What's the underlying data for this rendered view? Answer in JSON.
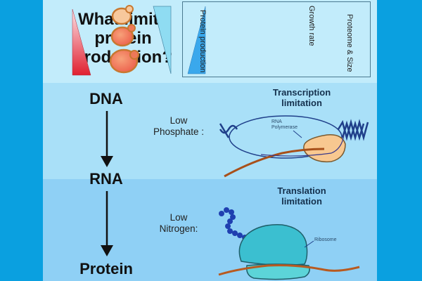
{
  "title": {
    "line1": "What limits",
    "line2": "protein",
    "line3": "production?"
  },
  "legend": {
    "protein_production": "Protein production",
    "growth_rate": "Growth rate",
    "proteome_size": "Proteome & Size"
  },
  "flow": {
    "dna": "DNA",
    "rna": "RNA",
    "protein": "Protein"
  },
  "transcription": {
    "condition_line1": "Low",
    "condition_line2": "Phosphate :",
    "heading_line1": "Transcription",
    "heading_line2": "limitation",
    "enzyme_line1": "RNA",
    "enzyme_line2": "Polymerase"
  },
  "translation": {
    "condition_line1": "Low",
    "condition_line2": "Nitrogen:",
    "heading_line1": "Translation",
    "heading_line2": "limitation",
    "ribosome_label": "Ribosome"
  },
  "colors": {
    "border": "#0aa0e0",
    "band_top": "#c2ecfb",
    "band_mid": "#a9e0f8",
    "band_bottom": "#8fd0f5",
    "protein_red": "#e8303a",
    "growth_cyan": "#7fd6f0",
    "proteome_blue": "#3aa6ea",
    "ribosome_teal": "#3bbfd0",
    "polymerase_peach": "#f8c890"
  }
}
